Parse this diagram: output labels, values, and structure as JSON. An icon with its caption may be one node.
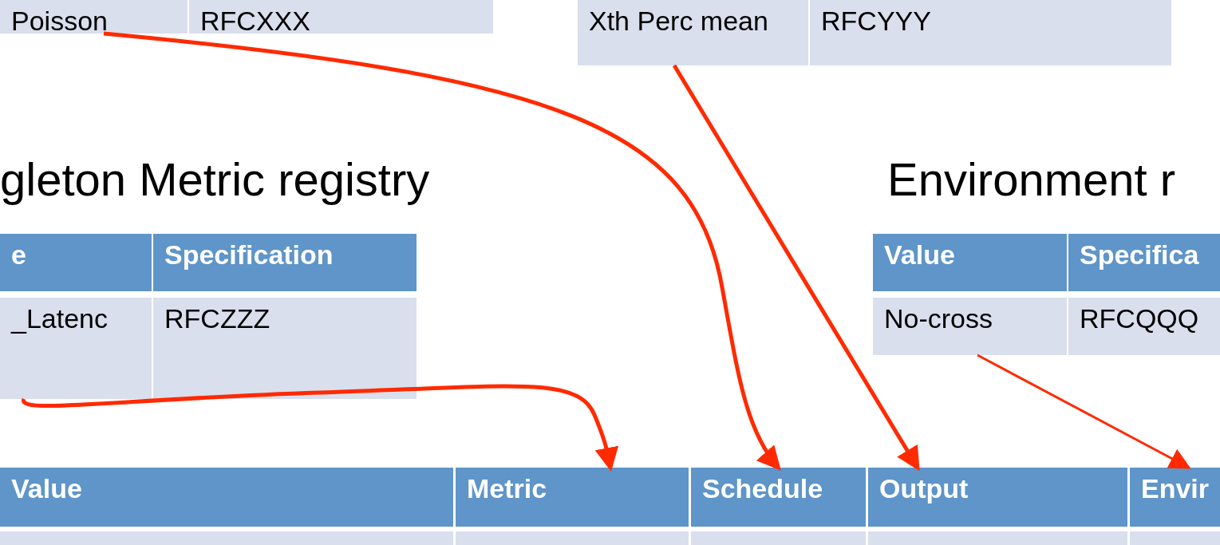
{
  "diagram": {
    "nodes": [
      {
        "text": [
          "Poisson"
        ]
      },
      {
        "text": [
          "Xth Perc mean"
        ]
      },
      {
        "text": [
          "_Latenc"
        ]
      },
      {
        "text": [
          "No-cross"
        ]
      },
      {
        "text": [
          "Metric"
        ]
      },
      {
        "text": [
          "Schedule"
        ]
      },
      {
        "text": [
          "Output"
        ]
      },
      {
        "text": [
          "Envir"
        ]
      }
    ],
    "edges": [
      {
        "from": 0,
        "to": 5,
        "arrow": "to"
      },
      {
        "from": 1,
        "to": 6,
        "arrow": "to"
      },
      {
        "from": 2,
        "to": 4,
        "arrow": "to"
      },
      {
        "from": 3,
        "to": 7,
        "arrow": "to"
      }
    ],
    "labels": [
      "RFCXXX",
      "RFCYYY",
      "gleton Metric registry",
      "Environment r",
      "e",
      "Specification",
      "Value",
      "Specifica",
      "RFCZZZ",
      "RFCQQQ",
      "Value"
    ]
  }
}
